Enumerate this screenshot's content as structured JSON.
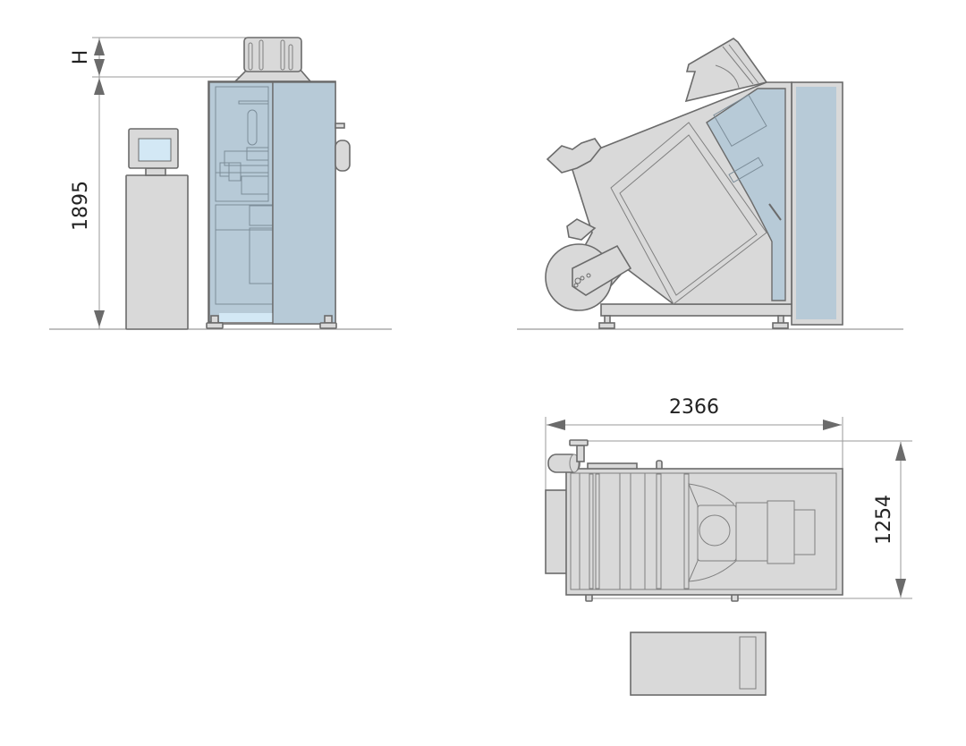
{
  "front_view": {
    "height_extra_label": "H",
    "height_label": "1895"
  },
  "plan_view": {
    "length_label": "2366",
    "width_label": "1254"
  },
  "colors": {
    "body": "#d9d9d9",
    "panel": "#b7cad7",
    "screen": "#d3e8f5",
    "outline": "#6b6b6b",
    "dimension": "#9a9a9a"
  }
}
